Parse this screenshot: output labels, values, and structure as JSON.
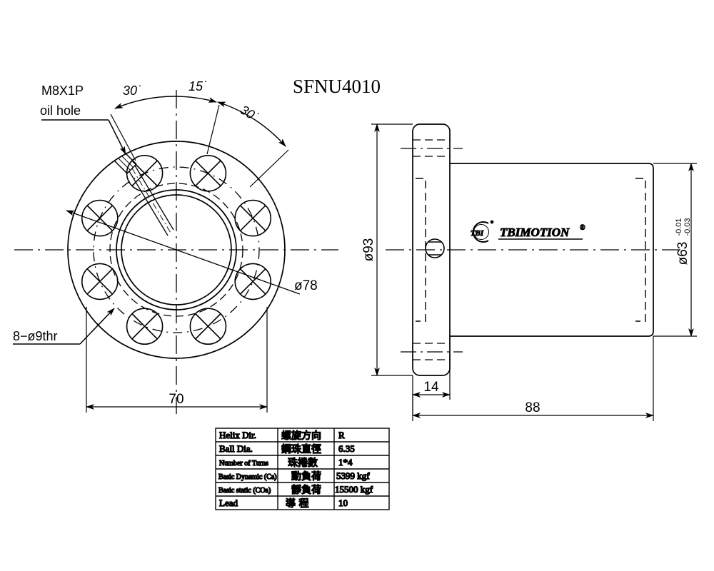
{
  "drawing": {
    "title": "SFNU4010",
    "product_logo": {
      "mark": "TBI",
      "wordmark": "TBIMOTION",
      "registered": "®"
    }
  },
  "front_view": {
    "labels": {
      "oil_hole_line1": "M8X1P",
      "oil_hole_line2": "oil hole",
      "thread_holes": "8−ø9thr",
      "bolt_circle_dia": "ø78",
      "angle_30_left": "30˙",
      "angle_15": "15˙",
      "angle_30_right": "30˙",
      "width_dim": "70"
    },
    "bolt_hole_count": 8
  },
  "side_view": {
    "labels": {
      "flange_dia": "ø93",
      "body_dia": "ø63",
      "body_dia_tol_upper": "-0.01",
      "body_dia_tol_lower": "-0.03",
      "flange_thickness": "14",
      "total_length": "88"
    }
  },
  "spec_table": {
    "rows": [
      {
        "en": "Helix  Dir.",
        "cjk": "螺旋方向",
        "value": "R"
      },
      {
        "en": "Ball Dia.",
        "cjk": "鋼珠直徑",
        "value": "6.35"
      },
      {
        "en": "Number of Turns",
        "cjk": "珠捲數",
        "value": "1*4"
      },
      {
        "en": "Basic Dynamic (Ca)",
        "cjk": "動負荷",
        "value": "5399 kgf"
      },
      {
        "en": "Basic static (COa)",
        "cjk": "靜負荷",
        "value": "15500 kgf"
      },
      {
        "en": "Lead",
        "cjk": "導    程",
        "value": "10"
      }
    ]
  },
  "colors": {
    "line": "#000000",
    "background": "#ffffff"
  }
}
